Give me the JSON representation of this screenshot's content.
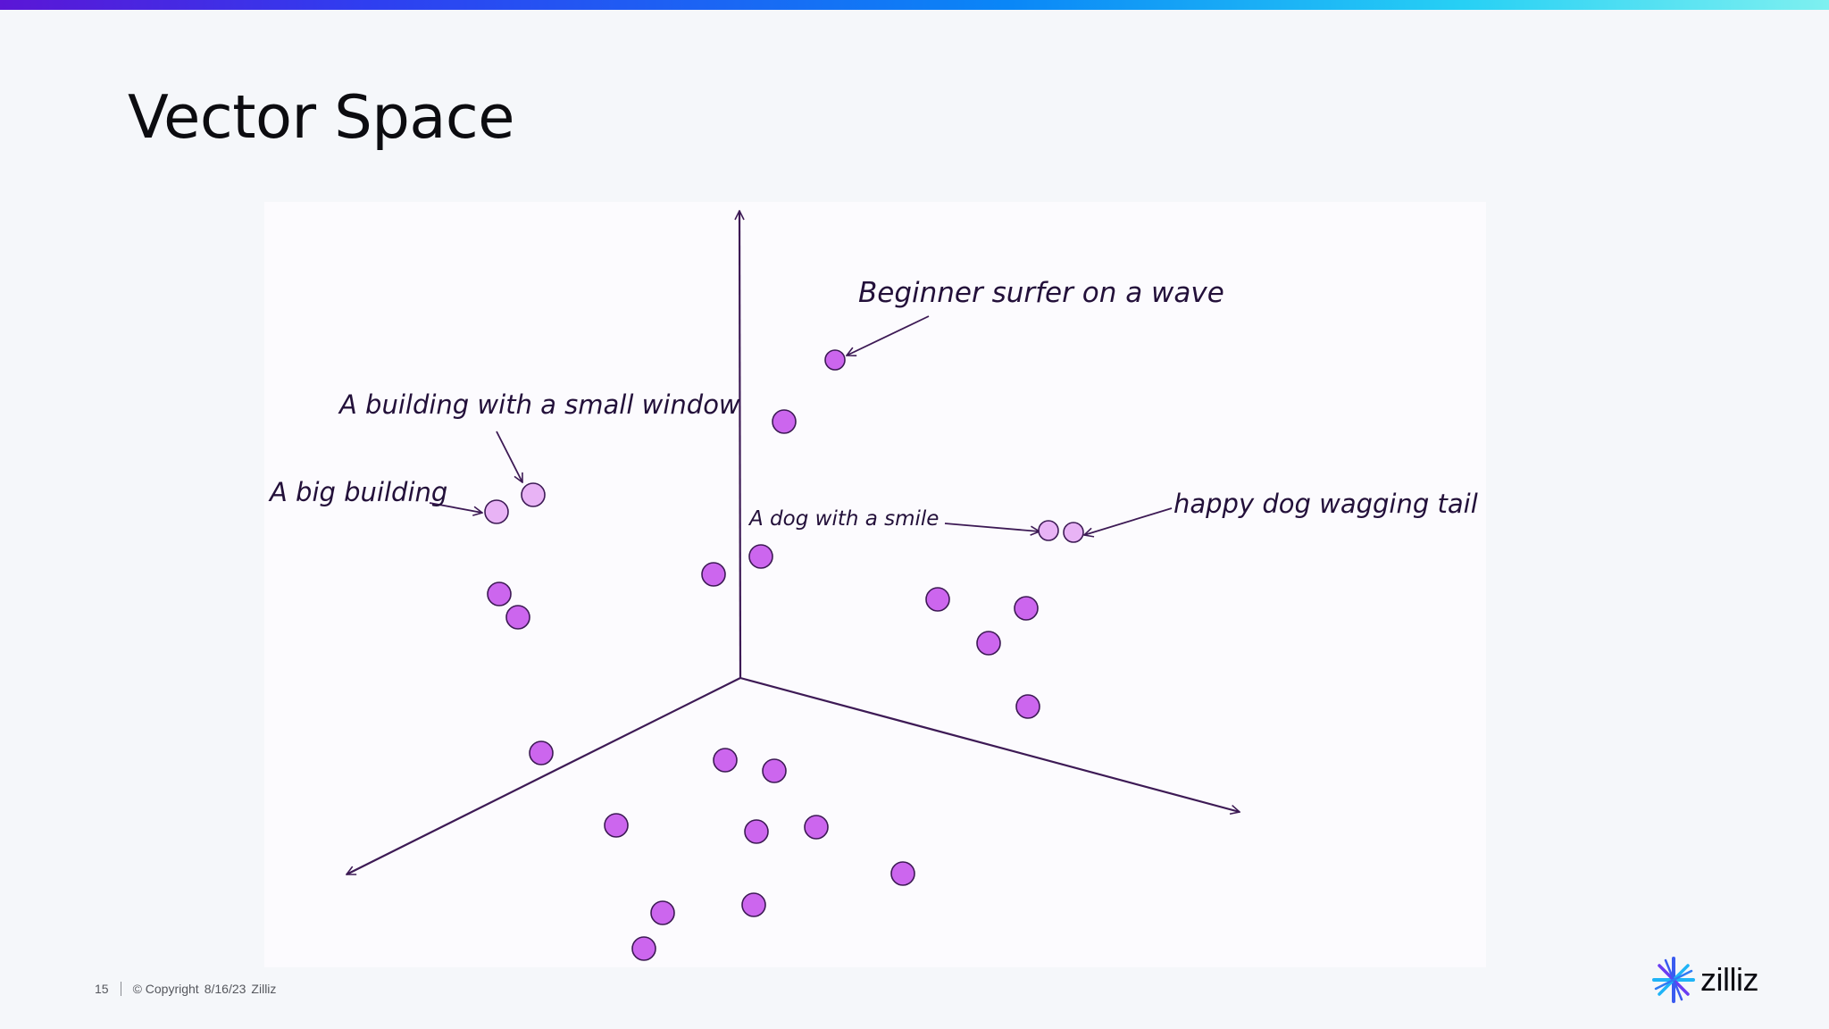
{
  "slide": {
    "title": "Vector Space"
  },
  "diagram": {
    "labels": {
      "surfer": "Beginner surfer on a wave",
      "building_window": "A building with a small window",
      "big_building": "A big building",
      "dog_smile": "A dog with a smile",
      "happy_dog": "happy dog wagging tail"
    },
    "point_color": "#cc66ee",
    "highlight_color": "#e8b3f5",
    "outline_color": "#3d1a55",
    "axis_color": "#3d1a55"
  },
  "footer": {
    "page_number": "15",
    "copyright": "© Copyright",
    "date": "8/16/23",
    "company": "Zilliz"
  },
  "logo": {
    "icon": "zilliz-spark-icon",
    "wordmark": "zilliz",
    "colors": [
      "#3a5bf0",
      "#1fb4f7",
      "#6a3cf2"
    ]
  }
}
